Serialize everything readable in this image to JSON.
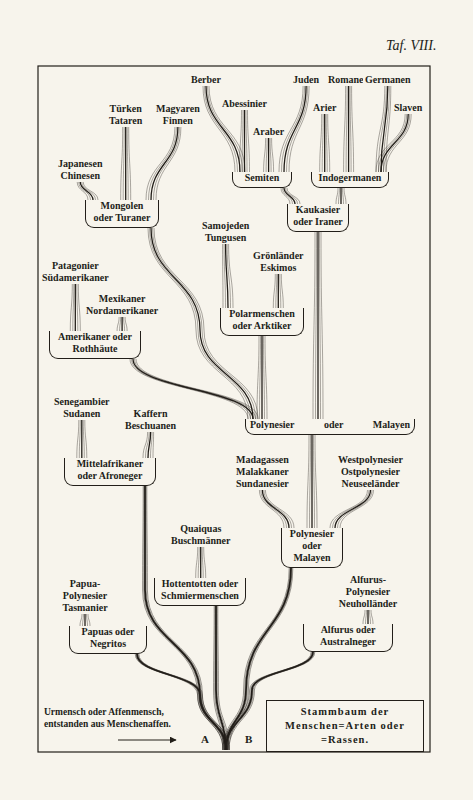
{
  "diagram": {
    "caption": "Stammbaum der Menschen=Arten oder =Rassen.",
    "nodes": [
      {
        "text": [
          "Türken",
          "Tataren"
        ]
      },
      {
        "text": [
          "Magyaren",
          "Finnen"
        ]
      },
      {
        "text": [
          "Japanesen",
          "Chinesen"
        ]
      },
      {
        "text": [
          "Mongolen oder Turaner"
        ]
      },
      {
        "text": [
          "Berber"
        ]
      },
      {
        "text": [
          "Juden"
        ]
      },
      {
        "text": [
          "Abessinier"
        ]
      },
      {
        "text": [
          "Araber"
        ]
      },
      {
        "text": [
          "Romanen"
        ]
      },
      {
        "text": [
          "Germanen"
        ]
      },
      {
        "text": [
          "Arier"
        ]
      },
      {
        "text": [
          "Slaven"
        ]
      },
      {
        "text": [
          "Semiten"
        ]
      },
      {
        "text": [
          "Indogermanen"
        ]
      },
      {
        "text": [
          "Kaukasier oder Iraner"
        ]
      },
      {
        "text": [
          "Patagonier",
          "Südamerikaner"
        ]
      },
      {
        "text": [
          "Mexikaner",
          "Nordamerikaner"
        ]
      },
      {
        "text": [
          "Amerikaner oder Rothhäute"
        ]
      },
      {
        "text": [
          "Samojeden",
          "Tungusen"
        ]
      },
      {
        "text": [
          "Grönländer",
          "Eskimos"
        ]
      },
      {
        "text": [
          "Polarmenschen oder Arktiker"
        ]
      },
      {
        "text": [
          "Senegambier",
          "Sudanen"
        ]
      },
      {
        "text": [
          "Kaffern",
          "Beschuanen"
        ]
      },
      {
        "text": [
          "Mittelafrikaner oder Afroneger"
        ]
      },
      {
        "text": [
          "Polynesier oder Malayen"
        ]
      },
      {
        "text": [
          "Madagassen",
          "Malakkaner",
          "Sundanesier"
        ]
      },
      {
        "text": [
          "Westpolynesier",
          "Ostpolynesier",
          "Neuseeländer"
        ]
      },
      {
        "text": [
          "Polynesier oder Malayen"
        ]
      },
      {
        "text": [
          "Quaiquas",
          "Buschmänner"
        ]
      },
      {
        "text": [
          "Hottentotten oder Schmiermenschen"
        ]
      },
      {
        "text": [
          "Papua-Polynesier",
          "Tasmanier"
        ]
      },
      {
        "text": [
          "Papuas oder Negritos"
        ]
      },
      {
        "text": [
          "Alfurus-Polynesier",
          "Neuholländer"
        ]
      },
      {
        "text": [
          "Alfurus oder Australneger"
        ]
      }
    ],
    "edges": [
      {
        "from": 3,
        "to": 0,
        "arrow": "none"
      },
      {
        "from": 3,
        "to": 1,
        "arrow": "none"
      },
      {
        "from": 3,
        "to": 2,
        "arrow": "none"
      },
      {
        "from": 12,
        "to": 4,
        "arrow": "none"
      },
      {
        "from": 12,
        "to": 5,
        "arrow": "none"
      },
      {
        "from": 12,
        "to": 6,
        "arrow": "none"
      },
      {
        "from": 12,
        "to": 7,
        "arrow": "none"
      },
      {
        "from": 13,
        "to": 8,
        "arrow": "none"
      },
      {
        "from": 13,
        "to": 9,
        "arrow": "none"
      },
      {
        "from": 13,
        "to": 10,
        "arrow": "none"
      },
      {
        "from": 13,
        "to": 11,
        "arrow": "none"
      },
      {
        "from": 14,
        "to": 12,
        "arrow": "none"
      },
      {
        "from": 14,
        "to": 13,
        "arrow": "none"
      },
      {
        "from": 17,
        "to": 15,
        "arrow": "none"
      },
      {
        "from": 17,
        "to": 16,
        "arrow": "none"
      },
      {
        "from": 20,
        "to": 18,
        "arrow": "none"
      },
      {
        "from": 20,
        "to": 19,
        "arrow": "none"
      },
      {
        "from": 23,
        "to": 21,
        "arrow": "none"
      },
      {
        "from": 23,
        "to": 22,
        "arrow": "none"
      },
      {
        "from": 24,
        "to": 3,
        "arrow": "none"
      },
      {
        "from": 24,
        "to": 14,
        "arrow": "none"
      },
      {
        "from": 24,
        "to": 17,
        "arrow": "none"
      },
      {
        "from": 24,
        "to": 20,
        "arrow": "none"
      },
      {
        "from": 27,
        "to": 24,
        "arrow": "none"
      },
      {
        "from": 27,
        "to": 25,
        "arrow": "none"
      },
      {
        "from": 27,
        "to": 26,
        "arrow": "none"
      },
      {
        "from": 29,
        "to": 28,
        "arrow": "none"
      },
      {
        "from": 31,
        "to": 30,
        "arrow": "none"
      },
      {
        "from": 33,
        "to": 32,
        "arrow": "none"
      }
    ],
    "labels": [
      "Taf. VIII.",
      "A",
      "B",
      "Urmensch oder Affenmensch, entstanden aus Menschenaffen."
    ]
  }
}
